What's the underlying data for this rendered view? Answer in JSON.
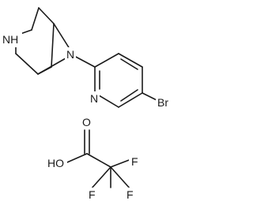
{
  "structure": {
    "atoms": {
      "nh": "NH",
      "n_amine": "N",
      "n_pyridine": "N",
      "br": "Br",
      "o_carbonyl": "O",
      "ho": "HO",
      "f_top": "F",
      "f_left": "F",
      "f_right": "F"
    }
  }
}
